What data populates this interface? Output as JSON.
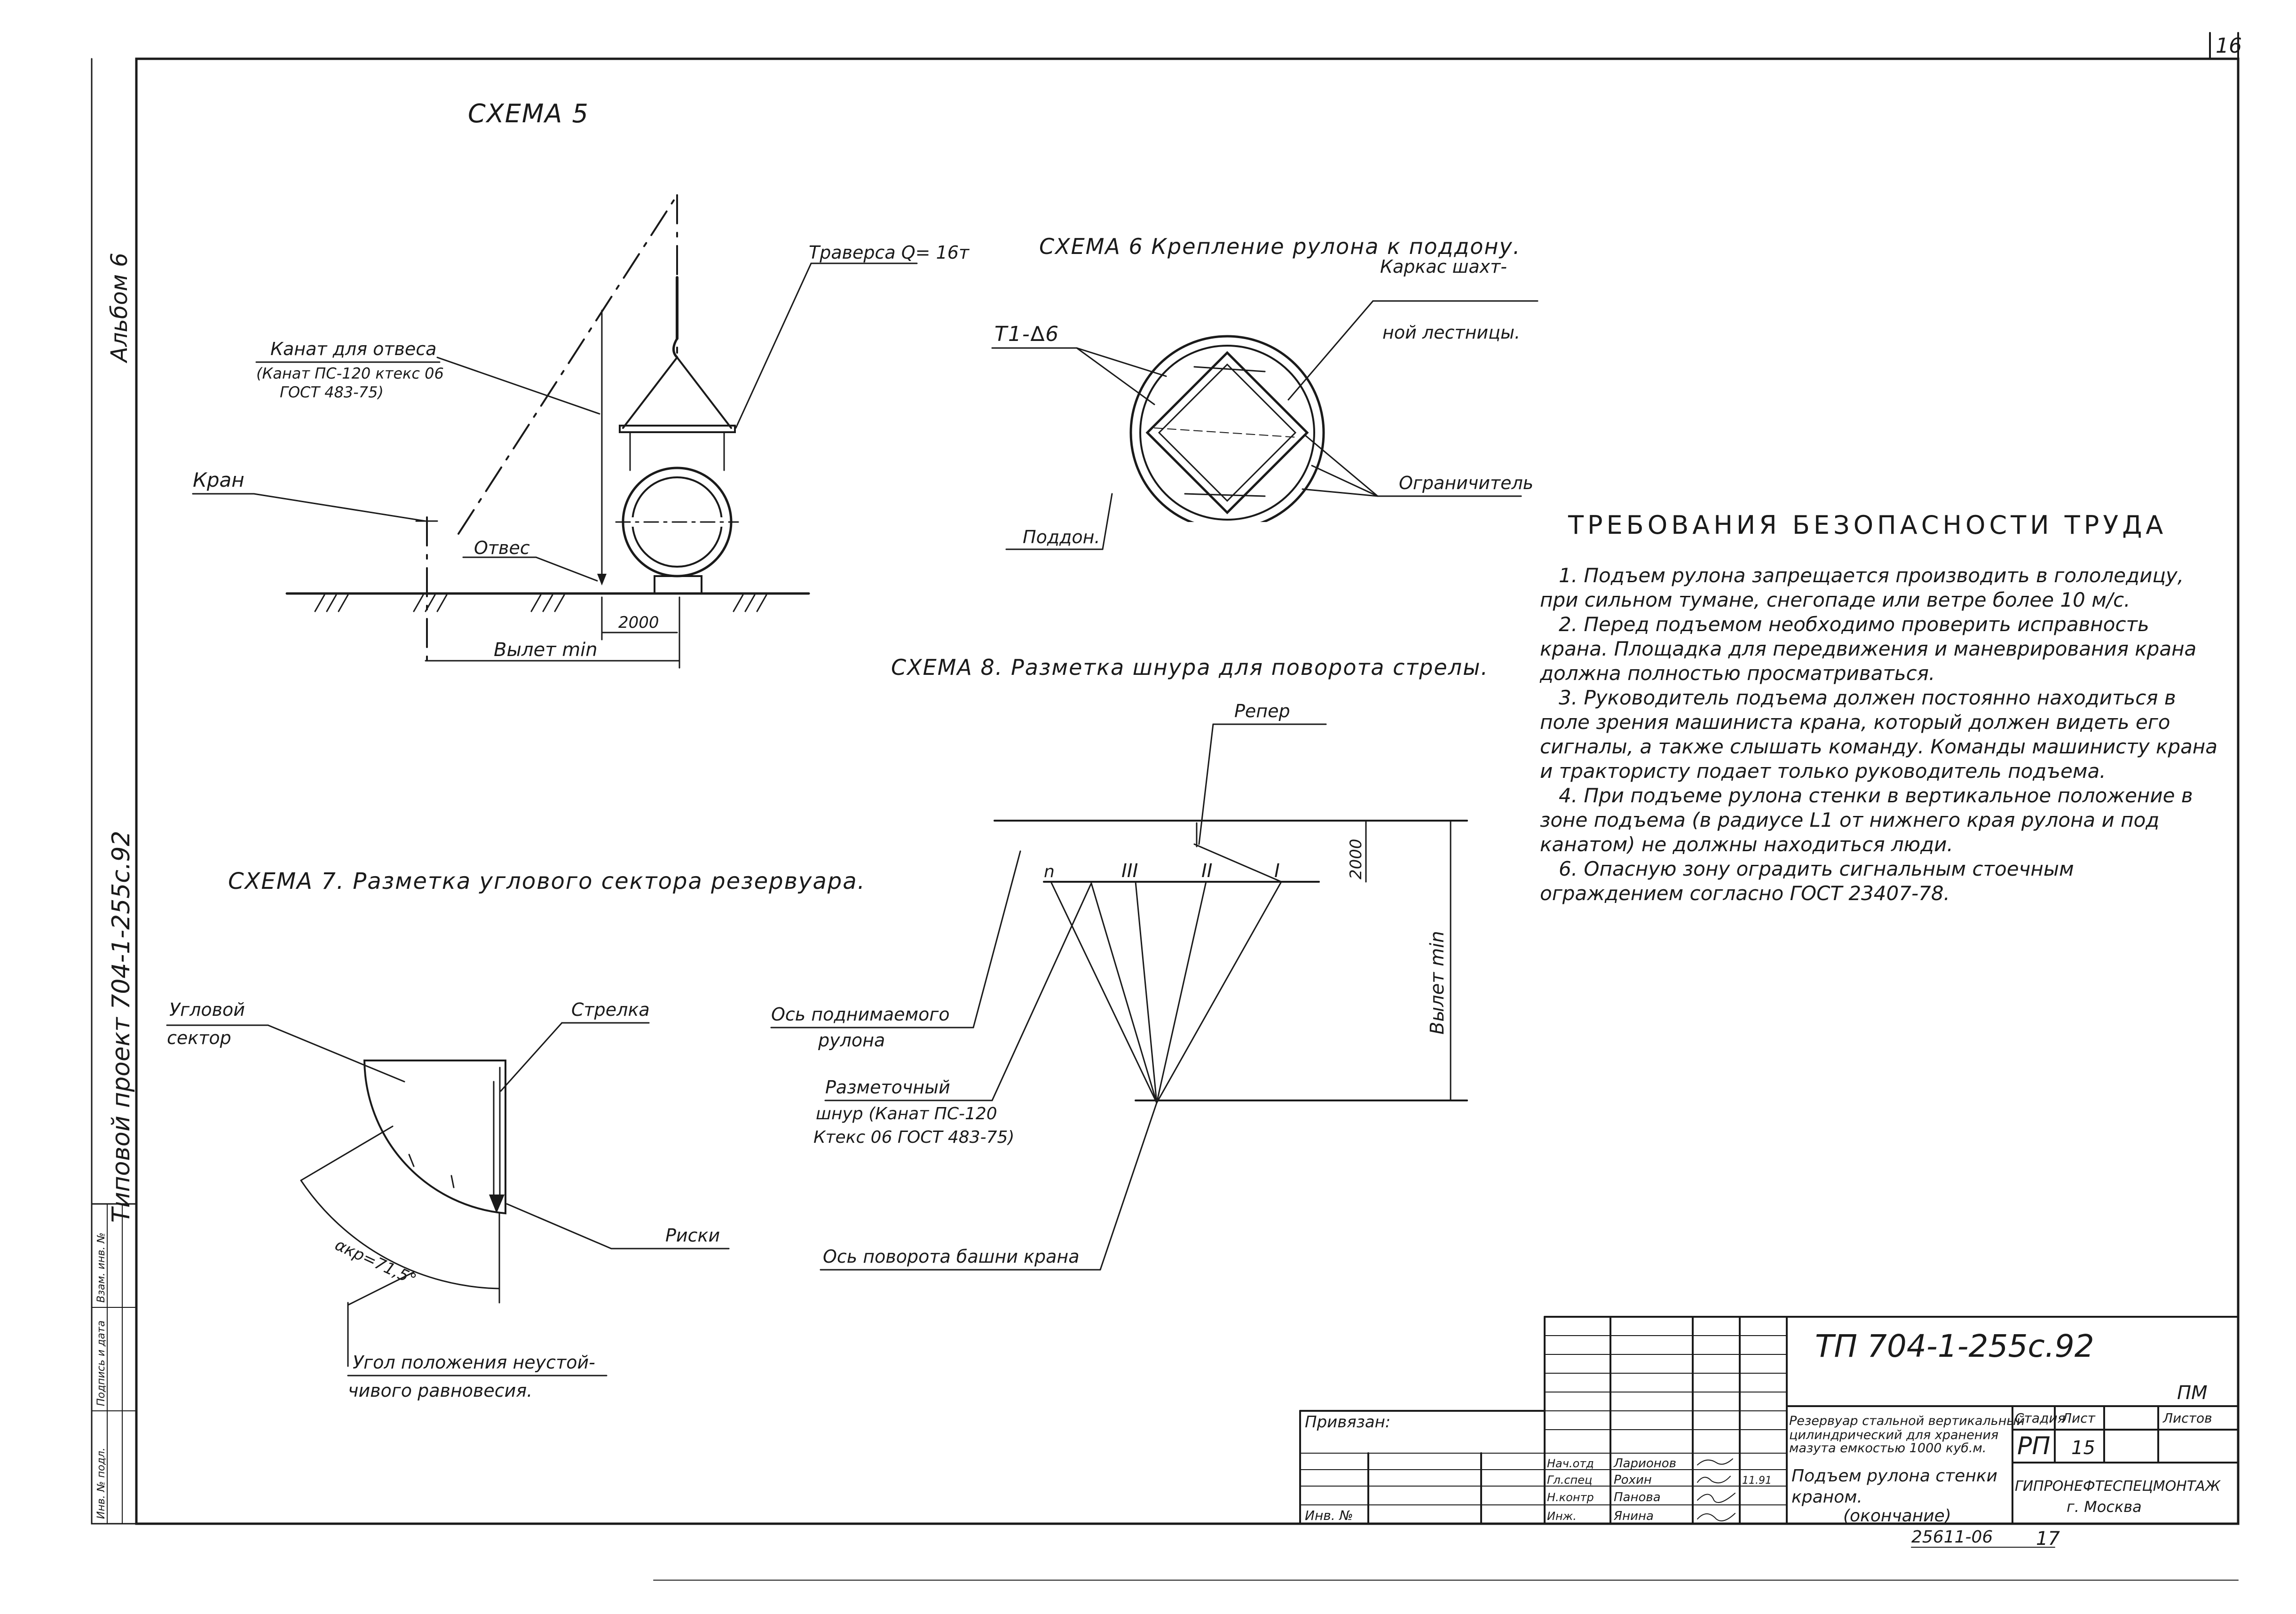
{
  "sheet_number": "16",
  "side_stamp": {
    "album": "Альбом 6",
    "project": "Типовой проект 704-1-255с.92",
    "inventory_labels": [
      "Инв. № подл.",
      "Подпись и дата",
      "Взам. инв. №"
    ]
  },
  "scheme5": {
    "title": "СХЕМА 5",
    "traverse_label": "Траверса Q= 16т",
    "rope_label_1": "Канат для отвеса",
    "rope_label_2": "(Канат ПС-120 ктекс 06",
    "rope_label_3": "ГОСТ 483-75)",
    "crane_label": "Кран",
    "plumb_label": "Отвес",
    "dim_2000": "2000",
    "reach_label": "Вылет min"
  },
  "scheme6": {
    "title": "СХЕМА 6  Крепление рулона к поддону.",
    "weld_label": "Т1-∆6",
    "frame_label_1": "Каркас шахт-",
    "frame_label_2": "ной лестницы.",
    "limiter_label": "Ограничитель",
    "pallet_label": "Поддон."
  },
  "scheme7": {
    "title": "СХЕМА 7. Разметка углового сектора резервуара.",
    "sector_label_1": "Угловой",
    "sector_label_2": "сектор",
    "arrow_label": "Стрелка",
    "marks_label": "Риски",
    "angle_label": "αкр=71,5°",
    "unstable_label_1": "Угол положения неустой-",
    "unstable_label_2": "чивого равновесия."
  },
  "scheme8": {
    "title": "СХЕМА 8.  Разметка шнура для поворота стрелы.",
    "benchmark_label": "Репер",
    "dim_2000": "2000",
    "reach_label": "Вылет min",
    "marks": [
      "n",
      "III",
      "II",
      "I"
    ],
    "axis_roll_label_1": "Ось поднимаемого",
    "axis_roll_label_2": "рулона",
    "cord_label_1": "Разметочный",
    "cord_label_2": "шнур (Канат ПС-120",
    "cord_label_3": "Ктекс 06 ГОСТ 483-75)",
    "tower_axis_label": "Ось поворота башни крана"
  },
  "requirements": {
    "title": "ТРЕБОВАНИЯ БЕЗОПАСНОСТИ ТРУДА",
    "items": [
      "1. Подъем рулона запрещается производить в гололедицу, при сильном тумане, снегопаде или ветре более 10 м/с.",
      "2. Перед подъемом необходимо проверить исправность крана. Площадка для передвижения и маневрирования крана должна полностью просматриваться.",
      "3. Руководитель подъема должен постоянно находиться в поле зрения машиниста крана, который должен видеть его сигналы, а также слышать команду. Команды машинисту крана и трактористу подает только руководитель подъема.",
      "4. При подъеме рулона стенки в вертикальное положение в зоне подъема (в радиусе L1 от нижнего края рулона и под канатом) не должны находиться люди.",
      "6. Опасную зону оградить сигнальным стоечным ограждением согласно ГОСТ 23407-78."
    ]
  },
  "title_block": {
    "doc_code": "ТП 704-1-255с.92",
    "doc_suffix": "ПМ",
    "bound_label": "Привязан:",
    "inv_label": "Инв. №",
    "object_name_1": "Резервуар стальной вертикальный",
    "object_name_2": "цилиндрический для хранения",
    "object_name_3": "мазута емкостью 1000 куб.м.",
    "sheet_name_1": "Подъем рулона стенки",
    "sheet_name_2": "краном.",
    "sheet_name_3": "(окончание)",
    "stage_header": "Стадия",
    "sheet_header": "Лист",
    "sheets_header": "Листов",
    "stage_value": "РП",
    "sheet_value": "15",
    "organization_1": "ГИПРОНЕФТЕСПЕЦМОНТАЖ",
    "organization_2": "г. Москва",
    "roles": [
      "Нач.отд",
      "Гл.спец",
      "Н.контр",
      "Инж."
    ],
    "names": [
      "Ларионов",
      "Рохин",
      "Панова",
      "Янина"
    ],
    "dates": [
      "",
      "11.91",
      "",
      ""
    ],
    "archive_number": "25611-06",
    "archive_sheet": "17"
  }
}
